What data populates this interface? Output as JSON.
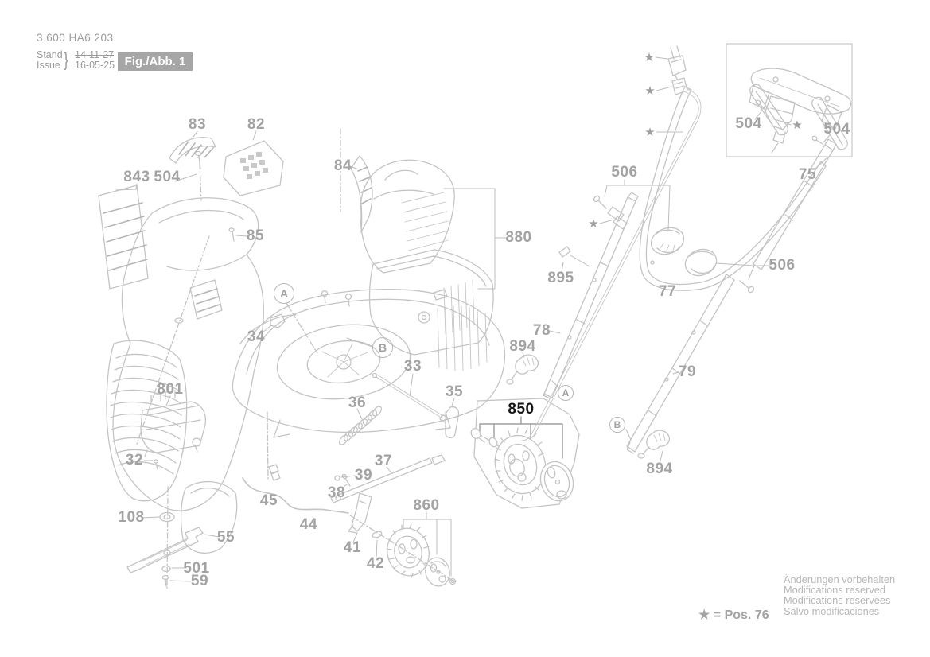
{
  "header": {
    "doc_number": "3 600 HA6 203",
    "stand_label": "Stand",
    "issue_label": "Issue",
    "brace": "}",
    "stand_date": "14-11-27",
    "issue_date": "16-05-25",
    "fig_label": "Fig./Abb. 1"
  },
  "labels": {
    "32": "32",
    "33": "33",
    "34": "34",
    "35": "35",
    "36": "36",
    "37": "37",
    "38": "38",
    "39": "39",
    "41": "41",
    "42": "42",
    "44": "44",
    "45": "45",
    "55": "55",
    "59": "59",
    "75": "75",
    "77": "77",
    "78": "78",
    "79": "79",
    "82": "82",
    "83": "83",
    "84": "84",
    "85": "85",
    "108": "108",
    "501": "501",
    "504": "504",
    "506": "506",
    "801": "801",
    "843": "843",
    "850": "850",
    "860": "860",
    "880": "880",
    "894": "894",
    "895": "895"
  },
  "symbols": {
    "star": "★",
    "circle_a": "A",
    "circle_b": "B"
  },
  "highlight": {
    "part": "850",
    "color": "#F6EA00"
  },
  "footer": {
    "star_note": "★ = Pos. 76",
    "notes": [
      "Änderungen vorbehalten",
      "Modifications reserved",
      "Modifications reservees",
      "Salvo modificaciones"
    ]
  },
  "colors": {
    "line_art": "#c4c4c4",
    "label_text": "#a3a3a3",
    "fig_box_bg": "#a6a6a6",
    "fig_box_text": "#ffffff",
    "highlight_yellow": "#F6EA00",
    "highlight_label": "#161616"
  }
}
